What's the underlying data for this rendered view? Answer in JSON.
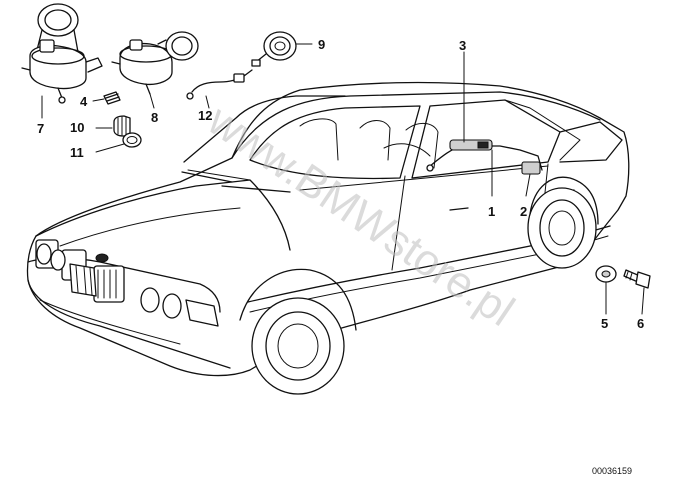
{
  "diagram": {
    "callouts": [
      "1",
      "2",
      "3",
      "4",
      "5",
      "6",
      "7",
      "8",
      "9",
      "10",
      "11",
      "12"
    ],
    "watermark": "www.BMWstore.pl",
    "diagram_code": "00036159"
  }
}
